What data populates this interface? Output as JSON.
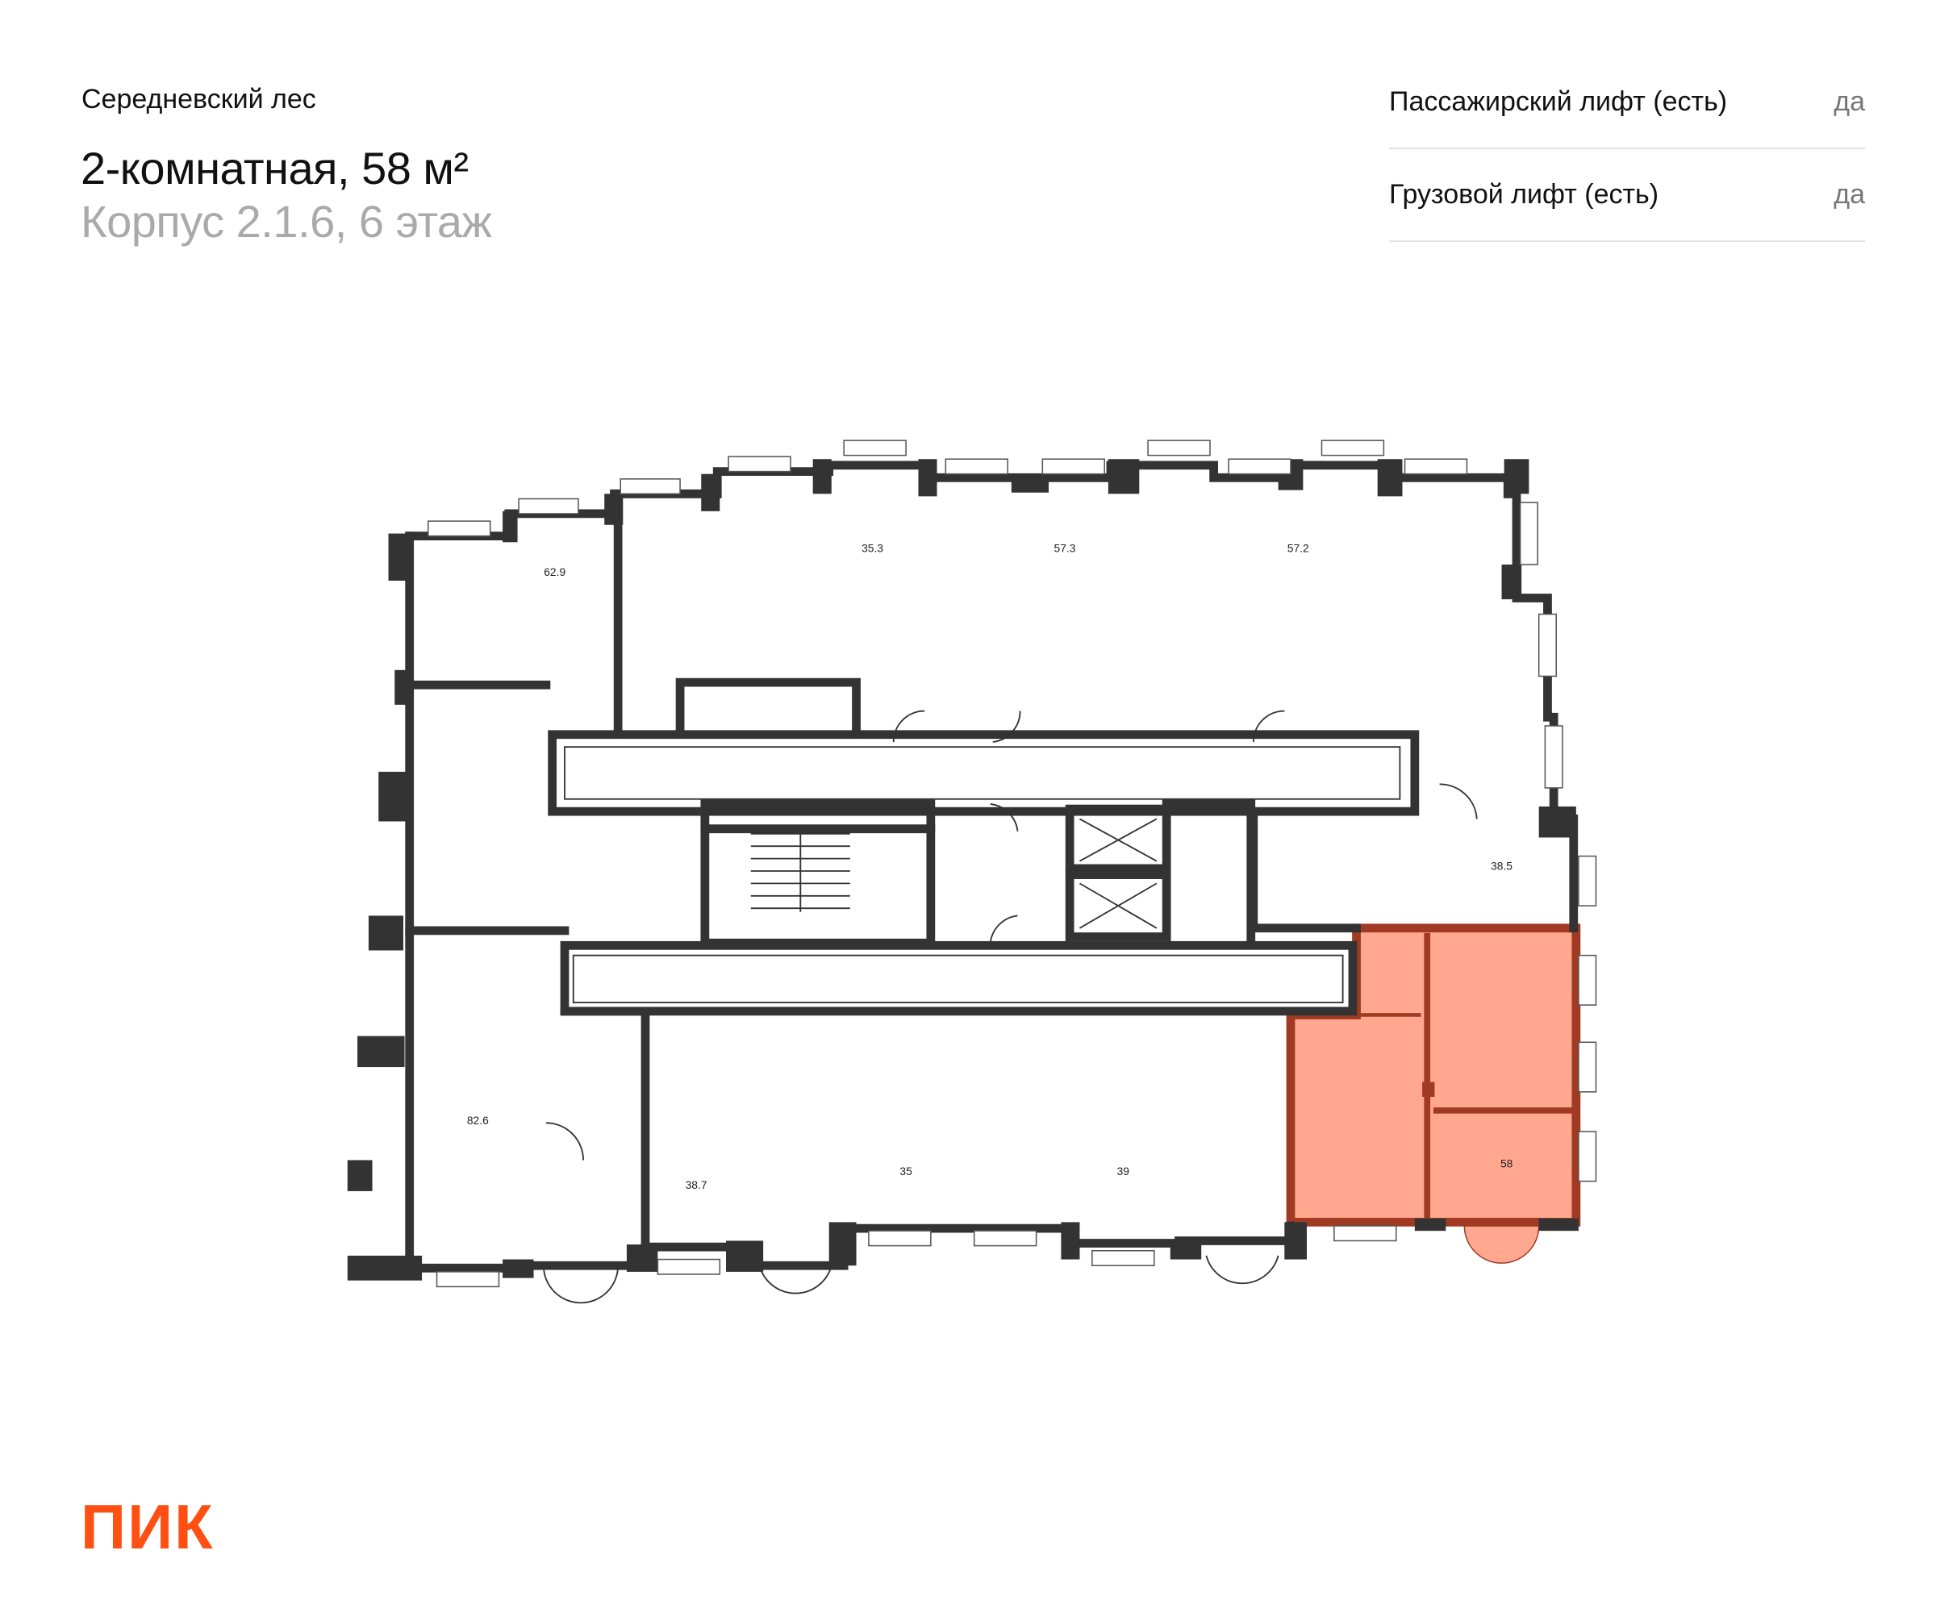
{
  "header": {
    "project": "Середневский лес",
    "title": "2-комнатная, 58 м²",
    "subtitle": "Корпус 2.1.6, 6 этаж"
  },
  "features": [
    {
      "label": "Пассажирский лифт (есть)",
      "value": "да"
    },
    {
      "label": "Грузовой лифт (есть)",
      "value": "да"
    }
  ],
  "plan": {
    "selected_area": "58",
    "areas": [
      "62.9",
      "35.3",
      "57.3",
      "57.2",
      "38.5",
      "82.6",
      "38.7",
      "35",
      "39",
      "58"
    ]
  },
  "logo": {
    "text": "ПИК"
  },
  "colors": {
    "accent": "#FF4F12",
    "selected_fill": "#FFA88F",
    "selected_border": "#A03A22",
    "wall": "#333333"
  }
}
